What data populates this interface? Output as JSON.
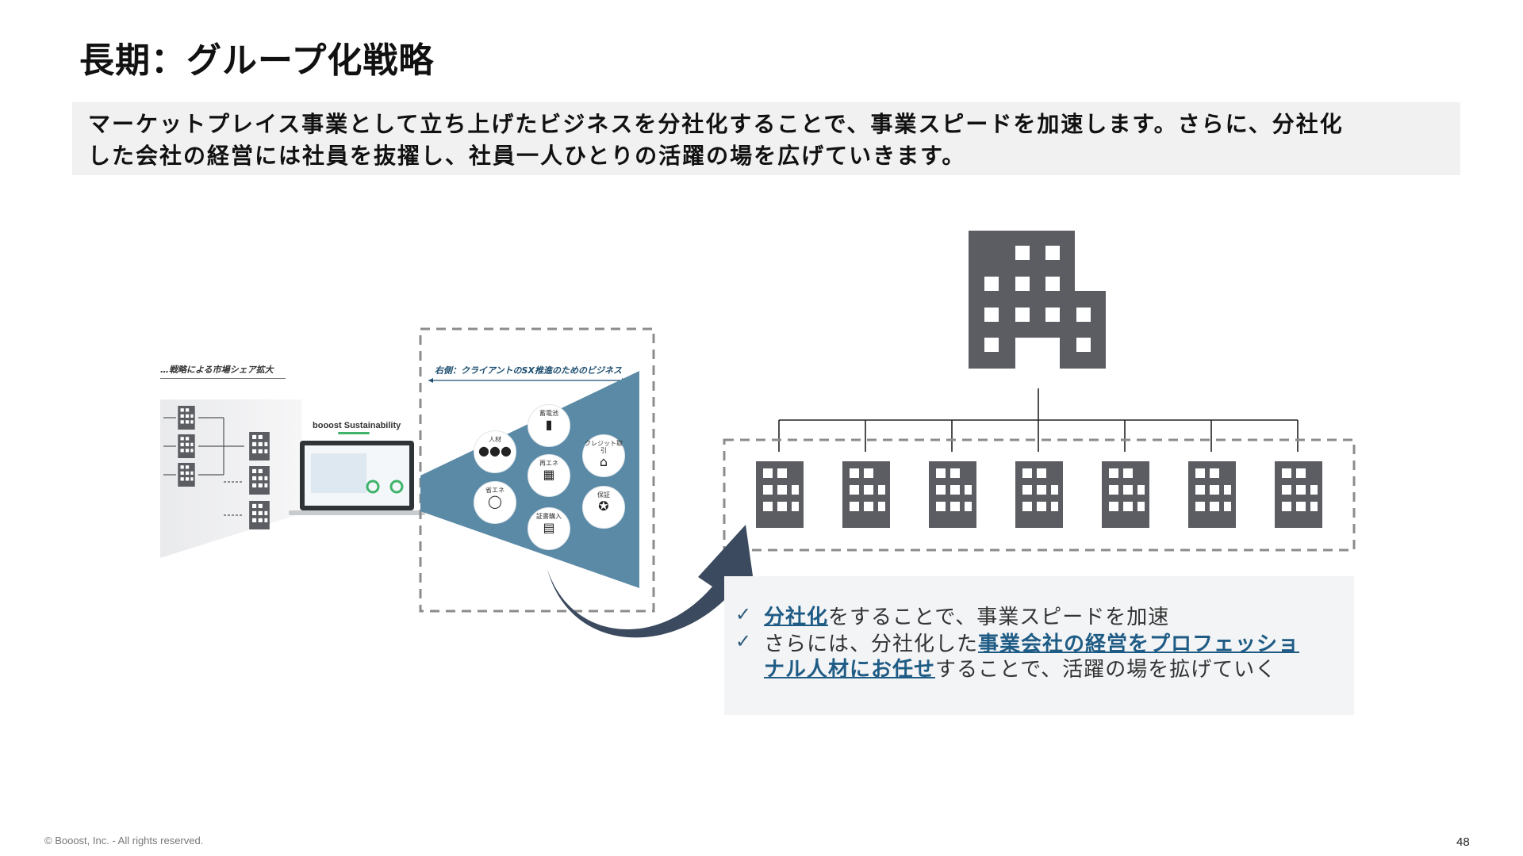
{
  "slide": {
    "title": "長期：グループ化戦略",
    "lead_line1": "マーケットプレイス事業として立ち上げたビジネスを分社化することで、事業スピードを加速します。さらに、分社化",
    "lead_line2": "した会社の経営には社員を抜擢し、社員一人ひとりの活躍の場を広げていきます。"
  },
  "left_diagram": {
    "label": "…戦略による市場シェア拡大",
    "laptop_brand_logo": "booost",
    "laptop_brand_text": "Sustainability"
  },
  "funnel": {
    "label": "右側：クライアントのSX推進のためのビジネス",
    "items": [
      {
        "label": "人材",
        "icon": "people-icon"
      },
      {
        "label": "蓄電池",
        "icon": "battery-icon"
      },
      {
        "label": "クレジット取引",
        "icon": "shop-icon"
      },
      {
        "label": "省エネ",
        "icon": "lightbulb-icon"
      },
      {
        "label": "再エネ",
        "icon": "solar-panel-icon"
      },
      {
        "label": "保証",
        "icon": "certificate-icon"
      },
      {
        "label": "証書購入",
        "icon": "document-icon"
      }
    ]
  },
  "org": {
    "subsidiary_count": 7,
    "parent_icon": "building-icon"
  },
  "notes": {
    "item1_highlight": "分社化",
    "item1_rest": "をすることで、事業スピードを加速",
    "item2_prefix": "さらには、分社化した",
    "item2_highlight_a": "事業会社の経営をプロフェッショ",
    "item2_highlight_b": "ナル人材にお任せ",
    "item2_rest": "することで、活躍の場を拡げていく",
    "check_mark": "✓"
  },
  "footer": {
    "copyright": "© Booost, Inc. - All rights reserved.",
    "page_number": "48"
  },
  "colors": {
    "funnel": "#5b8aa6",
    "building": "#5b5d62",
    "arrow": "#3b4a5e",
    "highlight": "#1f5c85"
  }
}
